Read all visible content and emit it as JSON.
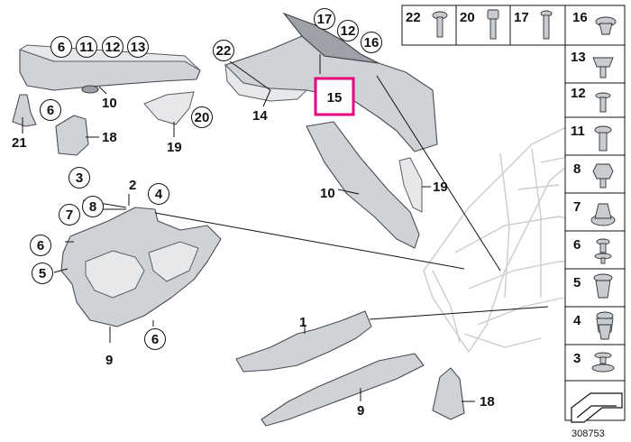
{
  "highlight_color": "#e5007e",
  "diagram_number": "308753",
  "callouts": {
    "wheelarch_top": [
      "6",
      "11",
      "12",
      "13"
    ],
    "upper_right": [
      "17",
      "12",
      "16"
    ],
    "c22": "22",
    "c15": "15",
    "c20": "20",
    "c6_left": "6",
    "c3": "3",
    "c4": "4",
    "c7": "7",
    "c8": "8",
    "c6_side": "6",
    "c5": "5",
    "c6_bottom": "6"
  },
  "labels": {
    "l10_top": "10",
    "l21": "21",
    "l18_left": "18",
    "l19_left": "19",
    "l14": "14",
    "l10_mid": "10",
    "l19_right": "19",
    "l2": "2",
    "l9_left": "9",
    "l1": "1",
    "l9_bottom": "9",
    "l18_bottom": "18"
  },
  "fastener_table": {
    "top_row": [
      "22",
      "20",
      "17",
      "16"
    ],
    "column": [
      "13",
      "12",
      "11",
      "8",
      "7",
      "6",
      "5",
      "4",
      "3"
    ]
  }
}
